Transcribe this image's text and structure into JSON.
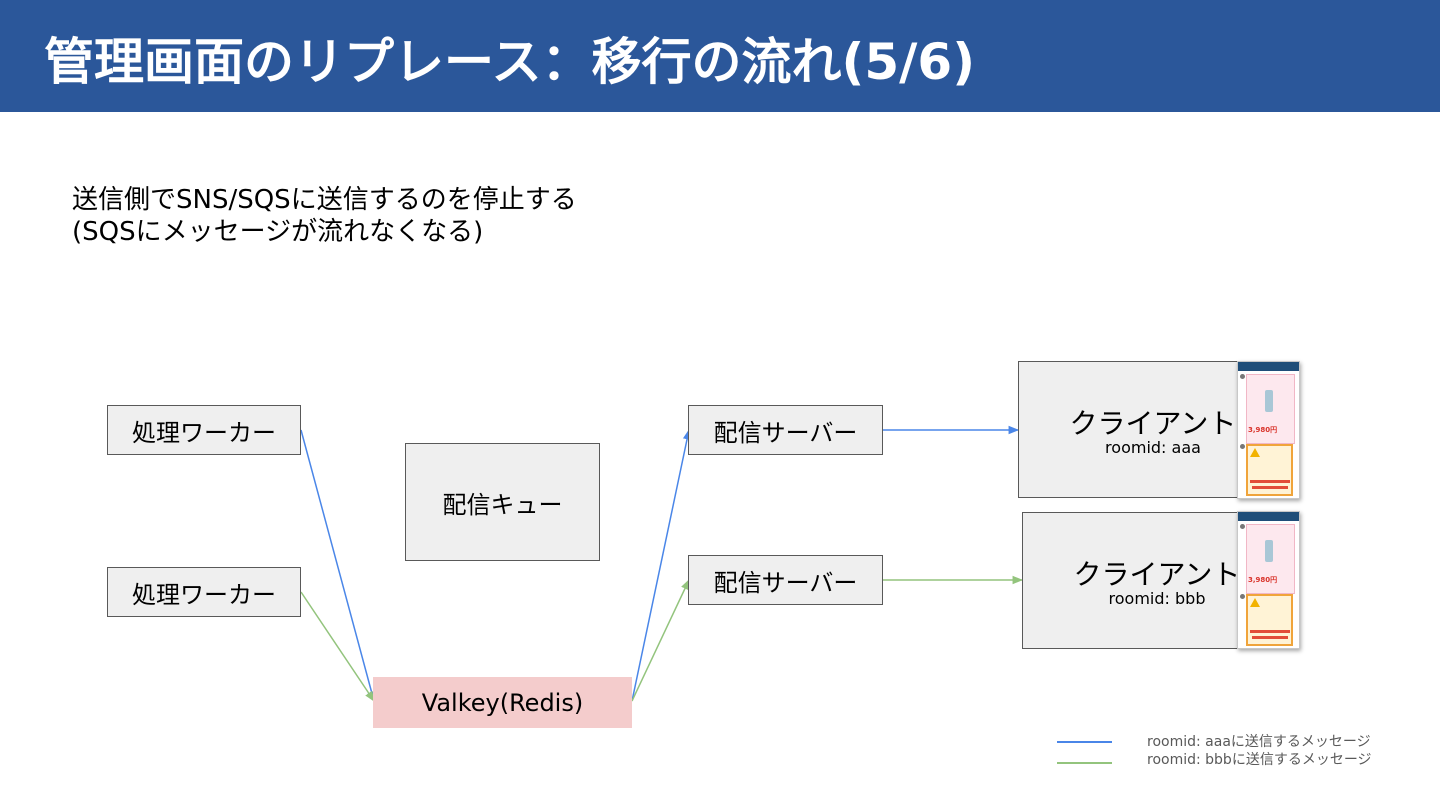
{
  "title": "管理画面のリプレース：移行の流れ(5/6)",
  "description": {
    "line1": "送信側でSNS/SQSに送信するのを停止する",
    "line2": "(SQSにメッセージが流れなくなる)"
  },
  "nodes": {
    "worker1": "処理ワーカー",
    "worker2": "処理ワーカー",
    "queue": "配信キュー",
    "valkey": "Valkey(Redis)",
    "server1": "配信サーバー",
    "server2": "配信サーバー",
    "client1": {
      "title": "クライアント",
      "room": "roomid: aaa"
    },
    "client2": {
      "title": "クライアント",
      "room": "roomid: bbb"
    }
  },
  "phone_price": "3,980円",
  "legend": {
    "blue_label": "roomid: aaaに送信するメッセージ",
    "green_label": "roomid: bbbに送信するメッセージ"
  },
  "colors": {
    "header": "#2b579a",
    "blue_line": "#4a86e8",
    "green_line": "#93c47d",
    "valkey_fill": "#f4cccc",
    "box_fill": "#efefef"
  }
}
